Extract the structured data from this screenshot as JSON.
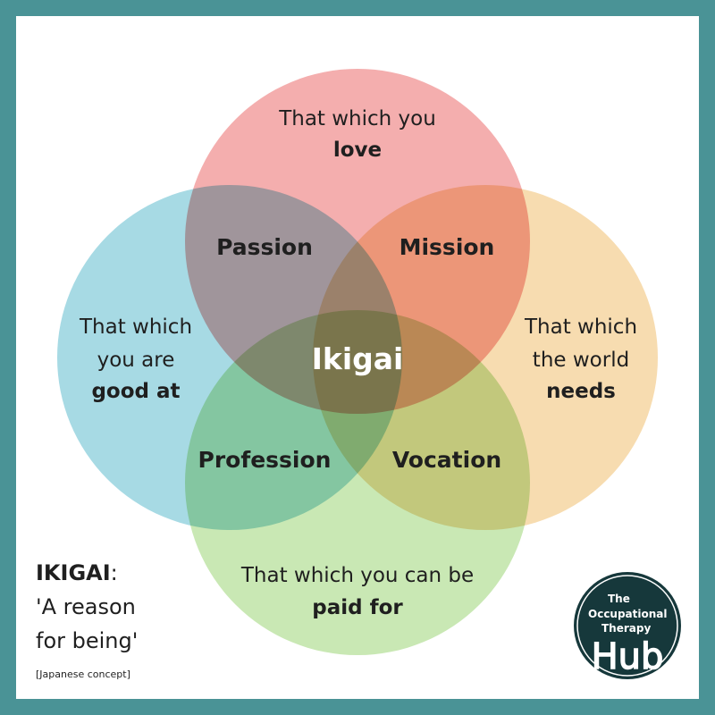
{
  "diagram": {
    "circles": [
      {
        "id": "love",
        "color": "#f4aeae",
        "lines": [
          {
            "text": "That which you",
            "bold": false
          },
          {
            "text": "love",
            "bold": true
          }
        ]
      },
      {
        "id": "good",
        "color": "#a7dae4",
        "lines": [
          {
            "text": "That which",
            "bold": false
          },
          {
            "text": "you are",
            "bold": false
          },
          {
            "text": "good at",
            "bold": true
          }
        ]
      },
      {
        "id": "world",
        "color": "#f7dcb0",
        "lines": [
          {
            "text": "That which",
            "bold": false
          },
          {
            "text": "the world",
            "bold": false
          },
          {
            "text": "needs",
            "bold": true
          }
        ]
      },
      {
        "id": "paid",
        "color": "#c9e8b4",
        "lines": [
          {
            "text": "That which you can be",
            "bold": false
          },
          {
            "text": "paid for",
            "bold": true
          }
        ]
      }
    ],
    "overlaps": {
      "passion": "Passion",
      "mission": "Mission",
      "profession": "Profession",
      "vocation": "Vocation"
    },
    "center": "Ikigai"
  },
  "caption": {
    "title": "IKIGAI",
    "colon": ":",
    "line1": "'A reason",
    "line2": "for being'",
    "note": "[Japanese concept]"
  },
  "logo": {
    "line1": "The",
    "line2": "Occupational",
    "line3": "Therapy",
    "word": "Hub"
  },
  "colors": {
    "border": "#4a9396",
    "logo_bg": "#16383b"
  }
}
